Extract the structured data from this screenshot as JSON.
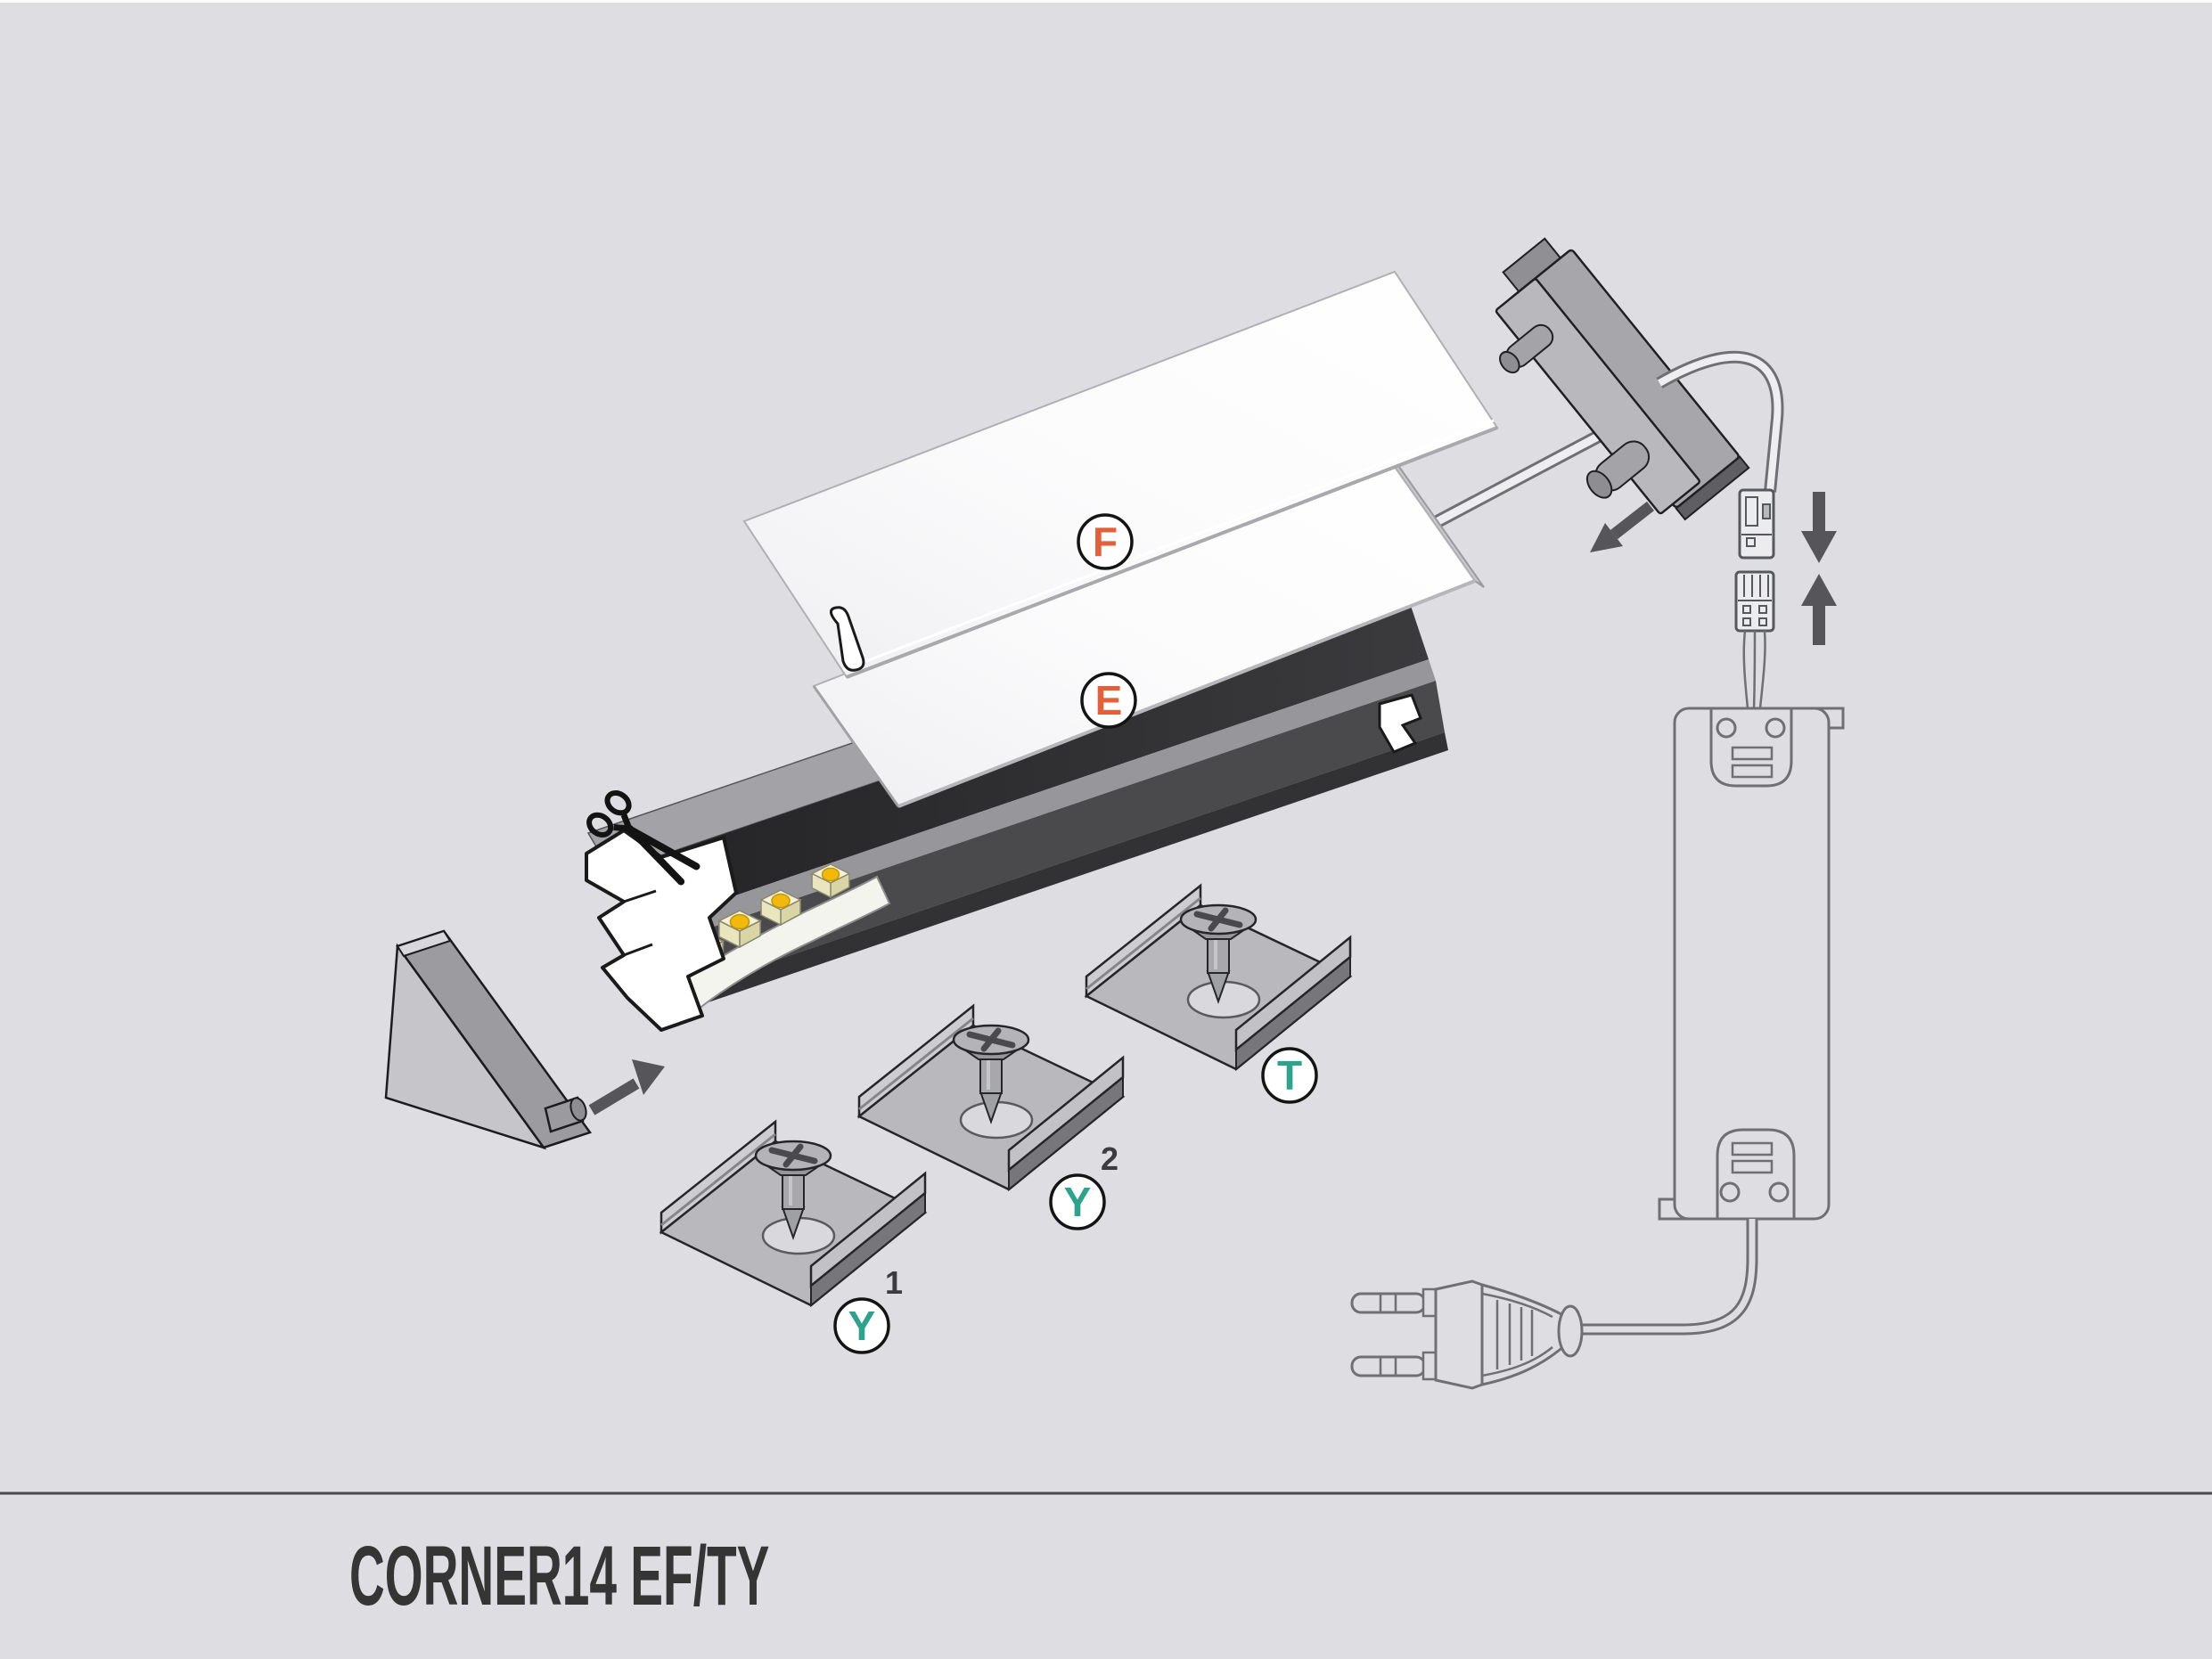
{
  "title": "CORNER14 EF/TY",
  "colors": {
    "background": "#DEDDE2",
    "accent_orange": "#E2613B",
    "accent_teal": "#2EA38C",
    "line_art": "#6F6F74",
    "title_text": "#353535"
  },
  "badges": {
    "f": {
      "letter": "F",
      "sup": ""
    },
    "e": {
      "letter": "E",
      "sup": ""
    },
    "y1": {
      "letter": "Y",
      "sup": "1"
    },
    "y2": {
      "letter": "Y",
      "sup": "2"
    },
    "t": {
      "letter": "T",
      "sup": ""
    }
  }
}
